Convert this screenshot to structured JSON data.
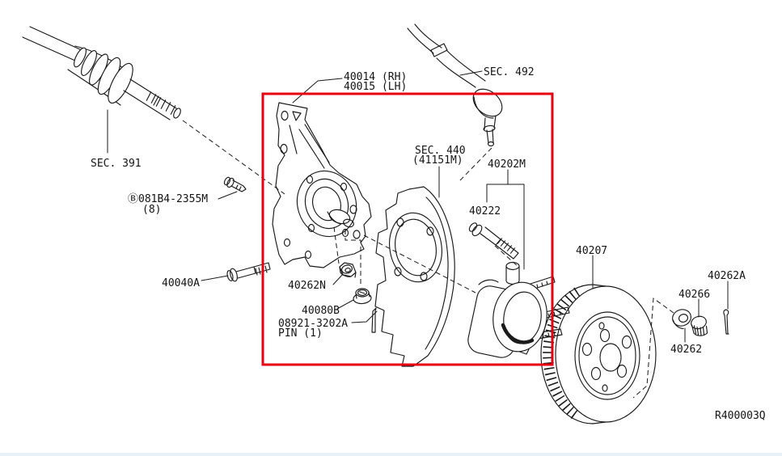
{
  "diagram": {
    "doc_code": "R400003Q",
    "colors": {
      "highlight_red": "#e60012",
      "line": "#1a1a1a",
      "bottom_edge": "#e9f1f8"
    },
    "labels": {
      "knuckle_rh": "40014 (RH)",
      "knuckle_lh": "40015 (LH)",
      "tie_rod_sec": "SEC. 492",
      "axle_sec": "SEC. 391",
      "splash_shield_sec": "SEC. 440",
      "splash_shield_ref": "(41151M)",
      "hub_assy": "40202M",
      "wheel_stud": "40222",
      "rotor": "40207",
      "cotter_pin_a": "40262A",
      "lock_nut": "40266",
      "adjusting_cap": "40262",
      "knuckle_bolt": "Ⓑ081B4-2355M",
      "knuckle_bolt_qty": "(8)",
      "lower_bolt": "40040A",
      "nut_40262n": "40262N",
      "nut_40080b": "40080B",
      "pin_part_no": "08921-3202A",
      "pin_qty": "PIN (1)"
    }
  }
}
